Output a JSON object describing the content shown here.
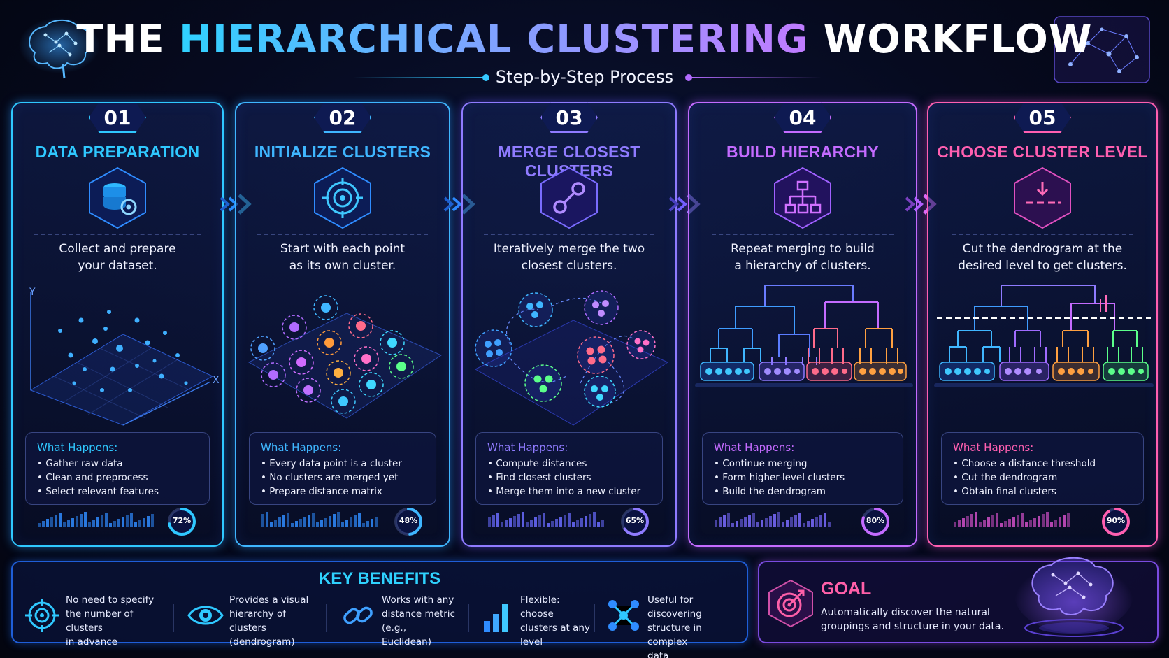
{
  "header": {
    "title_pre": "THE",
    "title_grad": "HIERARCHICAL CLUSTERING",
    "title_post": "WORKFLOW",
    "subtitle": "Step-by-Step Process"
  },
  "colors": {
    "step1": "#2fc8ff",
    "step2": "#3fb6ff",
    "step3": "#8f7bff",
    "step4": "#c46bff",
    "step5": "#ff5fb0",
    "benefits_title": "#2fd2ff",
    "goal_title": "#ff5fa8"
  },
  "steps": [
    {
      "number": "01",
      "title": "DATA PREPARATION",
      "icon": "database-gear-icon",
      "desc_1": "Collect and prepare",
      "desc_2": "your dataset.",
      "axis_y": "Y",
      "axis_x": "X",
      "happens_label": "What Happens:",
      "items": [
        "Gather raw data",
        "Clean and preprocess",
        "Select relevant features"
      ],
      "progress": 72,
      "progress_label": "72%"
    },
    {
      "number": "02",
      "title": "INITIALIZE CLUSTERS",
      "icon": "target-icon",
      "desc_1": "Start with each point",
      "desc_2": "as its own cluster.",
      "happens_label": "What Happens:",
      "items": [
        "Every data point is a cluster",
        "No clusters are merged yet",
        "Prepare distance matrix"
      ],
      "progress": 48,
      "progress_label": "48%"
    },
    {
      "number": "03",
      "title": "MERGE CLOSEST CLUSTERS",
      "icon": "link-nodes-icon",
      "desc_1": "Iteratively merge the two",
      "desc_2": "closest clusters.",
      "happens_label": "What Happens:",
      "items": [
        "Compute distances",
        "Find closest clusters",
        "Merge them into a new cluster"
      ],
      "progress": 65,
      "progress_label": "65%"
    },
    {
      "number": "04",
      "title": "BUILD HIERARCHY",
      "icon": "hierarchy-icon",
      "desc_1": "Repeat merging to build",
      "desc_2": "a hierarchy of clusters.",
      "happens_label": "What Happens:",
      "items": [
        "Continue merging",
        "Form higher-level clusters",
        "Build the dendrogram"
      ],
      "progress": 80,
      "progress_label": "80%"
    },
    {
      "number": "05",
      "title": "CHOOSE CLUSTER LEVEL",
      "icon": "cut-level-icon",
      "desc_1": "Cut the dendrogram at the",
      "desc_2": "desired level to get clusters.",
      "happens_label": "What Happens:",
      "items": [
        "Choose a distance threshold",
        "Cut the dendrogram",
        "Obtain final clusters"
      ],
      "progress": 90,
      "progress_label": "90%"
    }
  ],
  "benefits": {
    "title": "KEY BENEFITS",
    "items": [
      {
        "icon": "target-icon",
        "lines": [
          "No need to specify",
          "the number of clusters",
          "in advance"
        ]
      },
      {
        "icon": "eye-icon",
        "lines": [
          "Provides a visual",
          "hierarchy of clusters",
          "(dendrogram)"
        ]
      },
      {
        "icon": "link-icon",
        "lines": [
          "Works with any",
          "distance metric",
          "(e.g., Euclidean)"
        ]
      },
      {
        "icon": "bar-chart-icon",
        "lines": [
          "Flexible: choose",
          "clusters at any",
          "level"
        ]
      },
      {
        "icon": "network-icon",
        "lines": [
          "Useful for discovering",
          "structure in complex",
          "data"
        ]
      }
    ]
  },
  "goal": {
    "title": "GOAL",
    "icon": "target-arrow-icon",
    "line_1": "Automatically discover the natural",
    "line_2": "groupings and structure in your data."
  }
}
